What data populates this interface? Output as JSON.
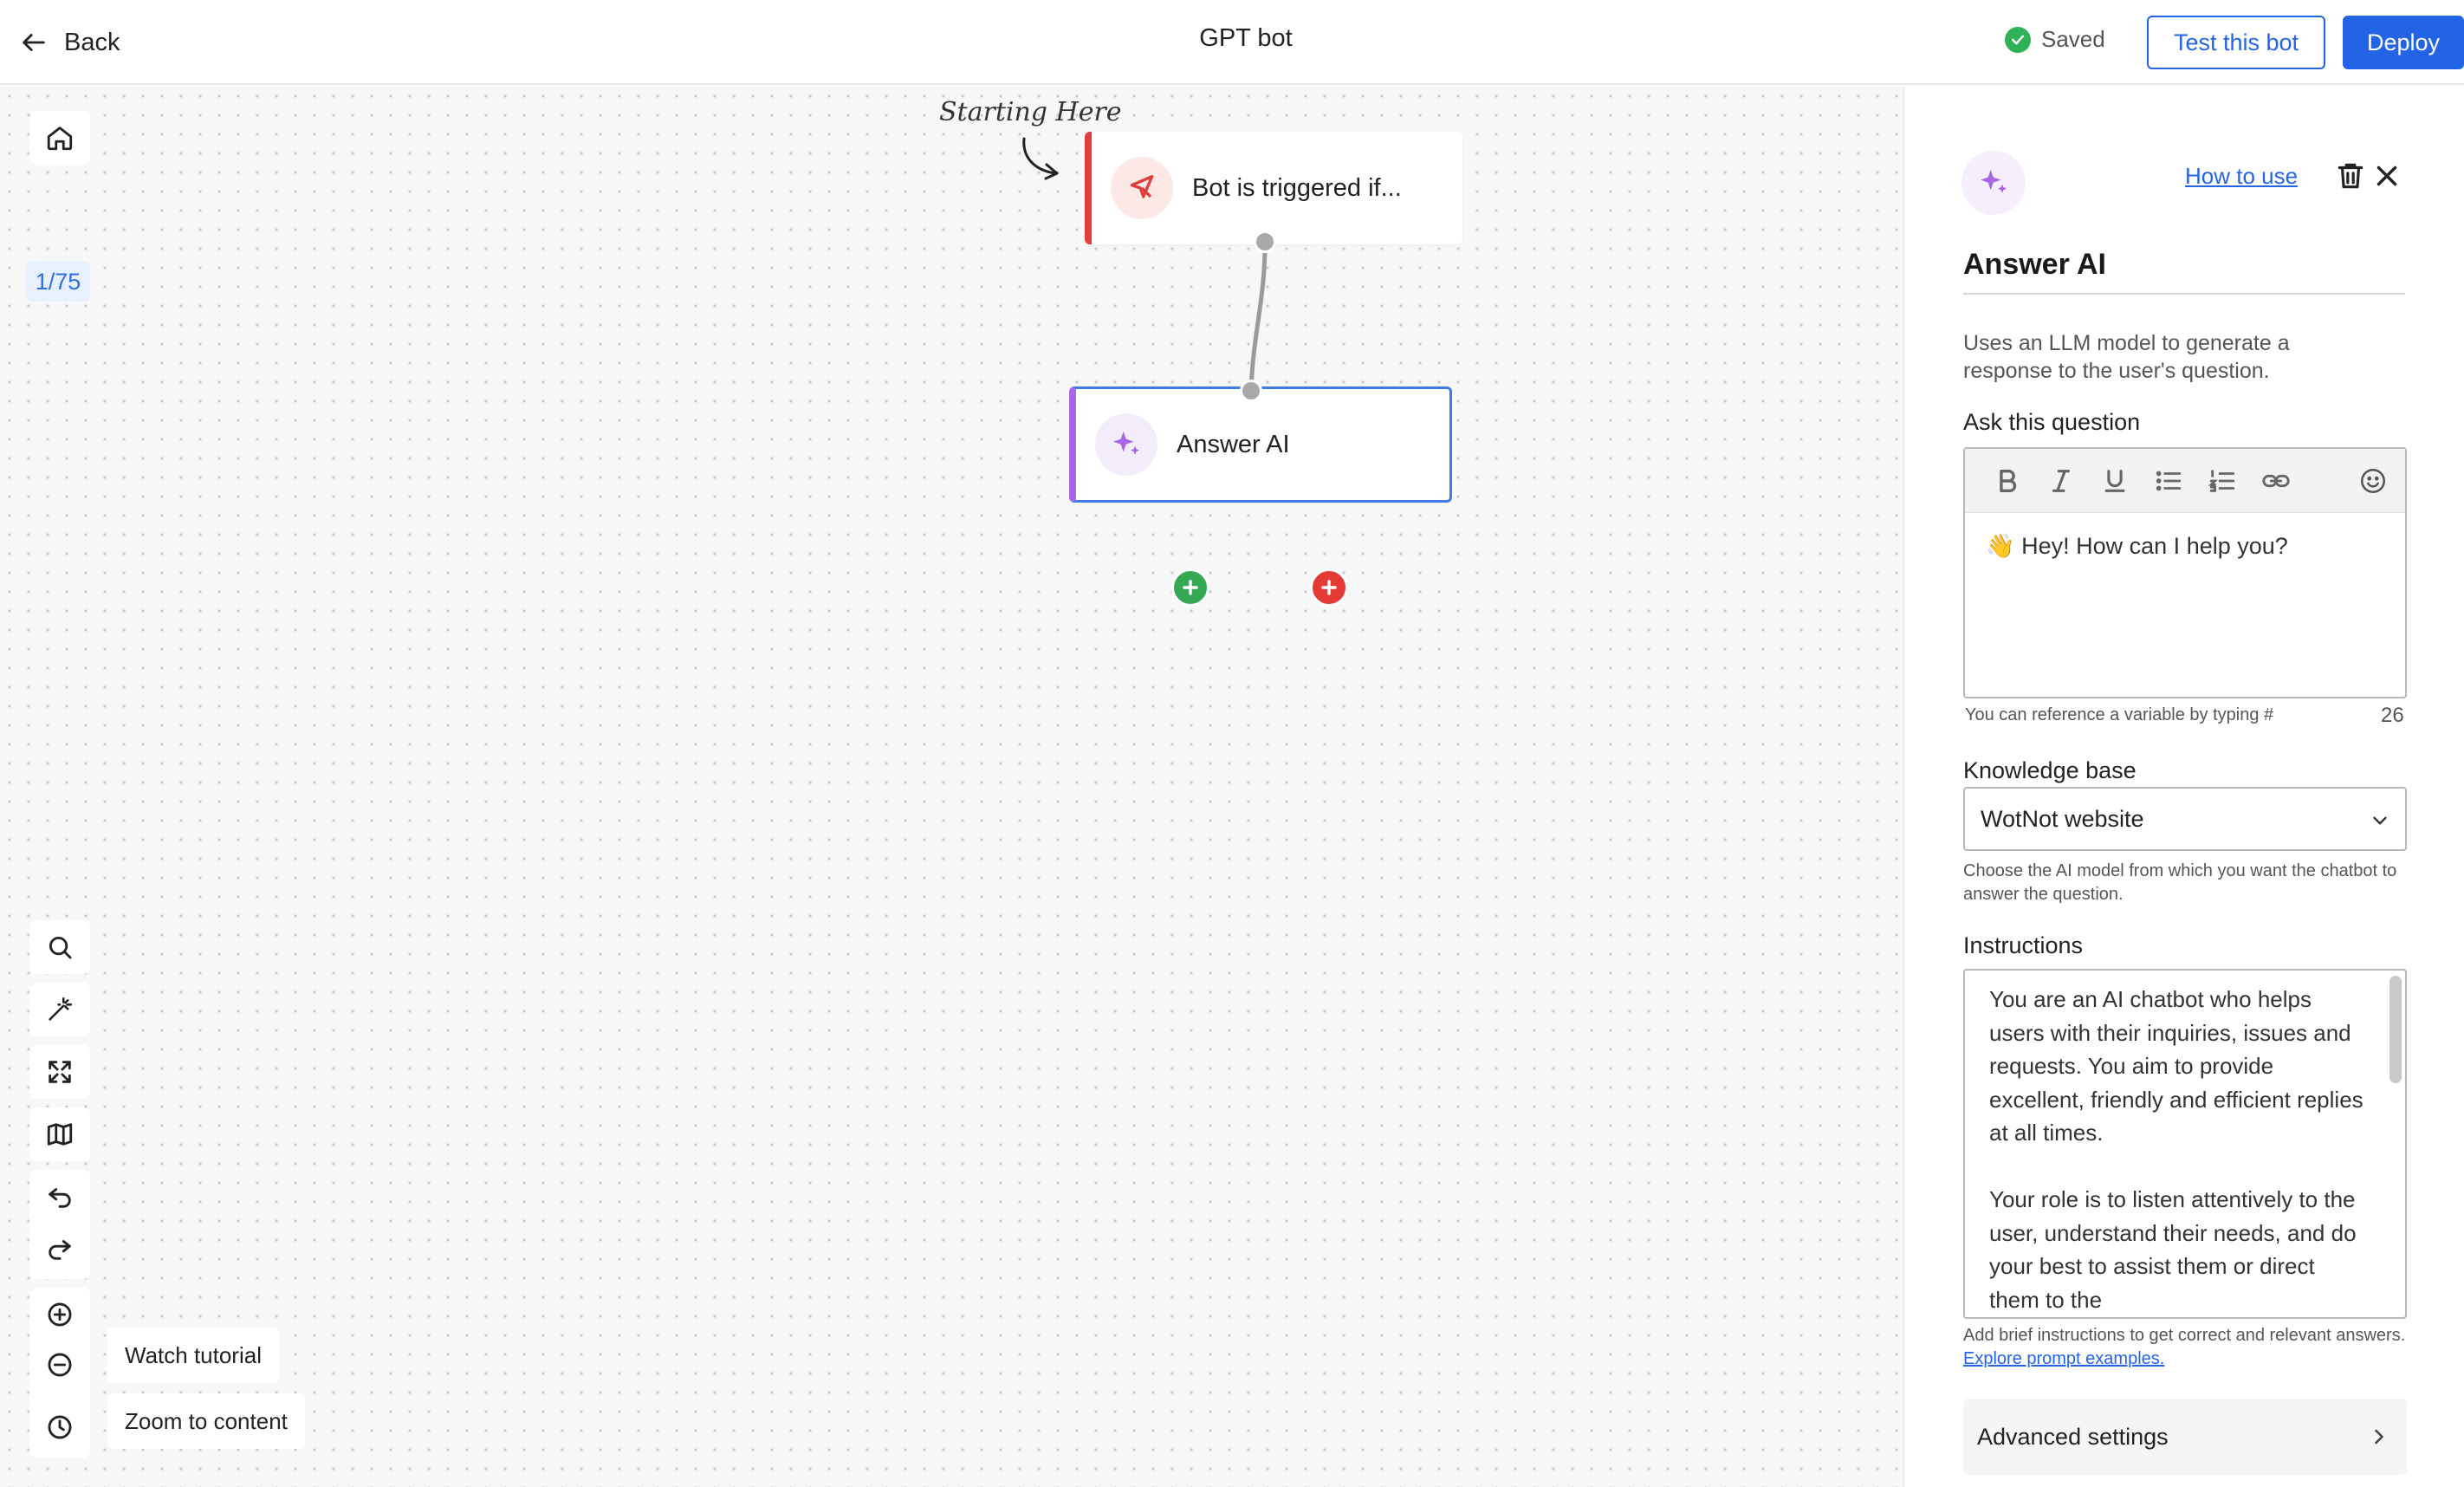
{
  "header": {
    "back_label": "Back",
    "title": "GPT bot",
    "saved_label": "Saved",
    "test_button": "Test this bot",
    "deploy_button": "Deploy"
  },
  "canvas": {
    "page_counter": "1/75",
    "annotation": "Starting Here",
    "tooltips": {
      "watch_tutorial": "Watch tutorial",
      "zoom_to_content": "Zoom to content"
    },
    "nodes": {
      "trigger": {
        "label": "Bot is triggered if..."
      },
      "answer_ai": {
        "label": "Answer AI"
      }
    }
  },
  "panel": {
    "how_to_use": "How to use",
    "title": "Answer AI",
    "description": "Uses an LLM model to generate a response to the user's question.",
    "question": {
      "label": "Ask this question",
      "value": "👋 Hey! How can I help you?",
      "hint": "You can reference a variable by typing #",
      "char_count": "26"
    },
    "knowledge_base": {
      "label": "Knowledge base",
      "selected": "WotNot website",
      "hint": "Choose the AI model from which you want the chatbot to answer the question."
    },
    "instructions": {
      "label": "Instructions",
      "value": "You are an AI chatbot who helps users with their inquiries, issues and requests. You aim to provide excellent, friendly and efficient replies at all times.\n\nYour role is to listen attentively to the user, understand their needs, and do your best to assist them or direct them to the",
      "hint": "Add brief instructions to get correct and relevant answers.",
      "link": "Explore prompt examples."
    },
    "advanced_settings": "Advanced settings"
  },
  "colors": {
    "primary": "#2364e6",
    "trigger_accent": "#e23d3d",
    "ai_accent": "#a865e6",
    "saved_green": "#2fb257"
  }
}
